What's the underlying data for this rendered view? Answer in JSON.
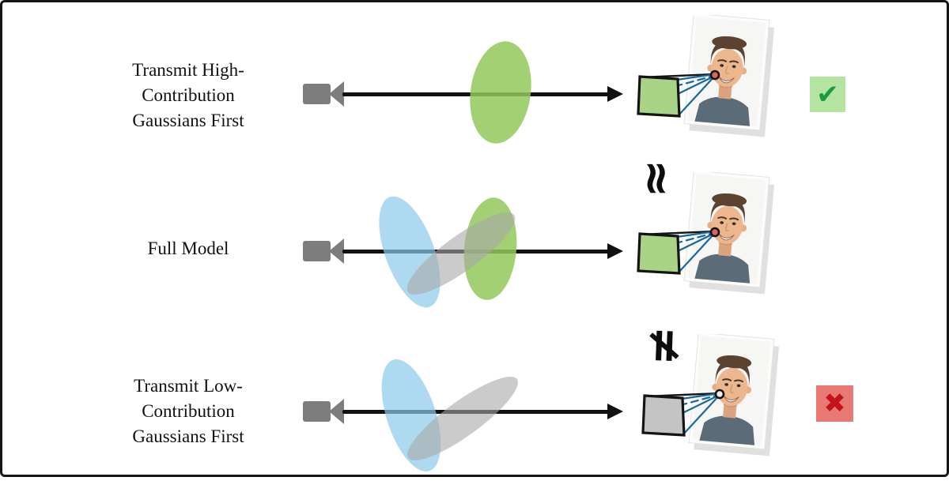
{
  "figure_type": "gaussian-splat-transmission-diagram",
  "rows": [
    {
      "id": "transmit-high-contribution-first",
      "label_lines": [
        "Transmit High-",
        "Contribution",
        "Gaussians First"
      ],
      "gaussian_ellipses": [
        {
          "name": "high-contribution-gaussian",
          "color": "#92c85a"
        }
      ],
      "image_plane_color": "#a9d487",
      "focal_point_color": "#e0635c",
      "comparison_symbol": "",
      "verdict": "correct",
      "verdict_glyph": "✔",
      "verdict_colors": {
        "background": "#b4e4a2",
        "glyph": "#1a9b3d"
      }
    },
    {
      "id": "full-model",
      "label_lines": [
        "Full Model"
      ],
      "gaussian_ellipses": [
        {
          "name": "low-contribution-gaussian-blue",
          "color": "#8ccbeb"
        },
        {
          "name": "high-contribution-gaussian",
          "color": "#92c85a"
        },
        {
          "name": "low-contribution-gaussian-gray",
          "color": "#a8a8a8"
        }
      ],
      "image_plane_color": "#a9d487",
      "focal_point_color": "#e0635c",
      "comparison_symbol": "≈",
      "verdict": "reference",
      "verdict_glyph": ""
    },
    {
      "id": "transmit-low-contribution-first",
      "label_lines": [
        "Transmit Low-",
        "Contribution",
        "Gaussians First"
      ],
      "gaussian_ellipses": [
        {
          "name": "low-contribution-gaussian-blue",
          "color": "#8ccbeb"
        },
        {
          "name": "low-contribution-gaussian-gray",
          "color": "#a8a8a8"
        }
      ],
      "image_plane_color": "#c4c4c4",
      "focal_point_color": "#eeeeee",
      "comparison_symbol": "≠",
      "verdict": "incorrect",
      "verdict_glyph": "✖",
      "verdict_colors": {
        "background": "#e87974",
        "glyph": "#c2151b"
      }
    }
  ],
  "colors": {
    "frame_border": "#151515",
    "arrow": "#111111",
    "camera": "#7d7d7d",
    "frustum_lines": "#17689c",
    "card_background": "#fcfcfb"
  }
}
